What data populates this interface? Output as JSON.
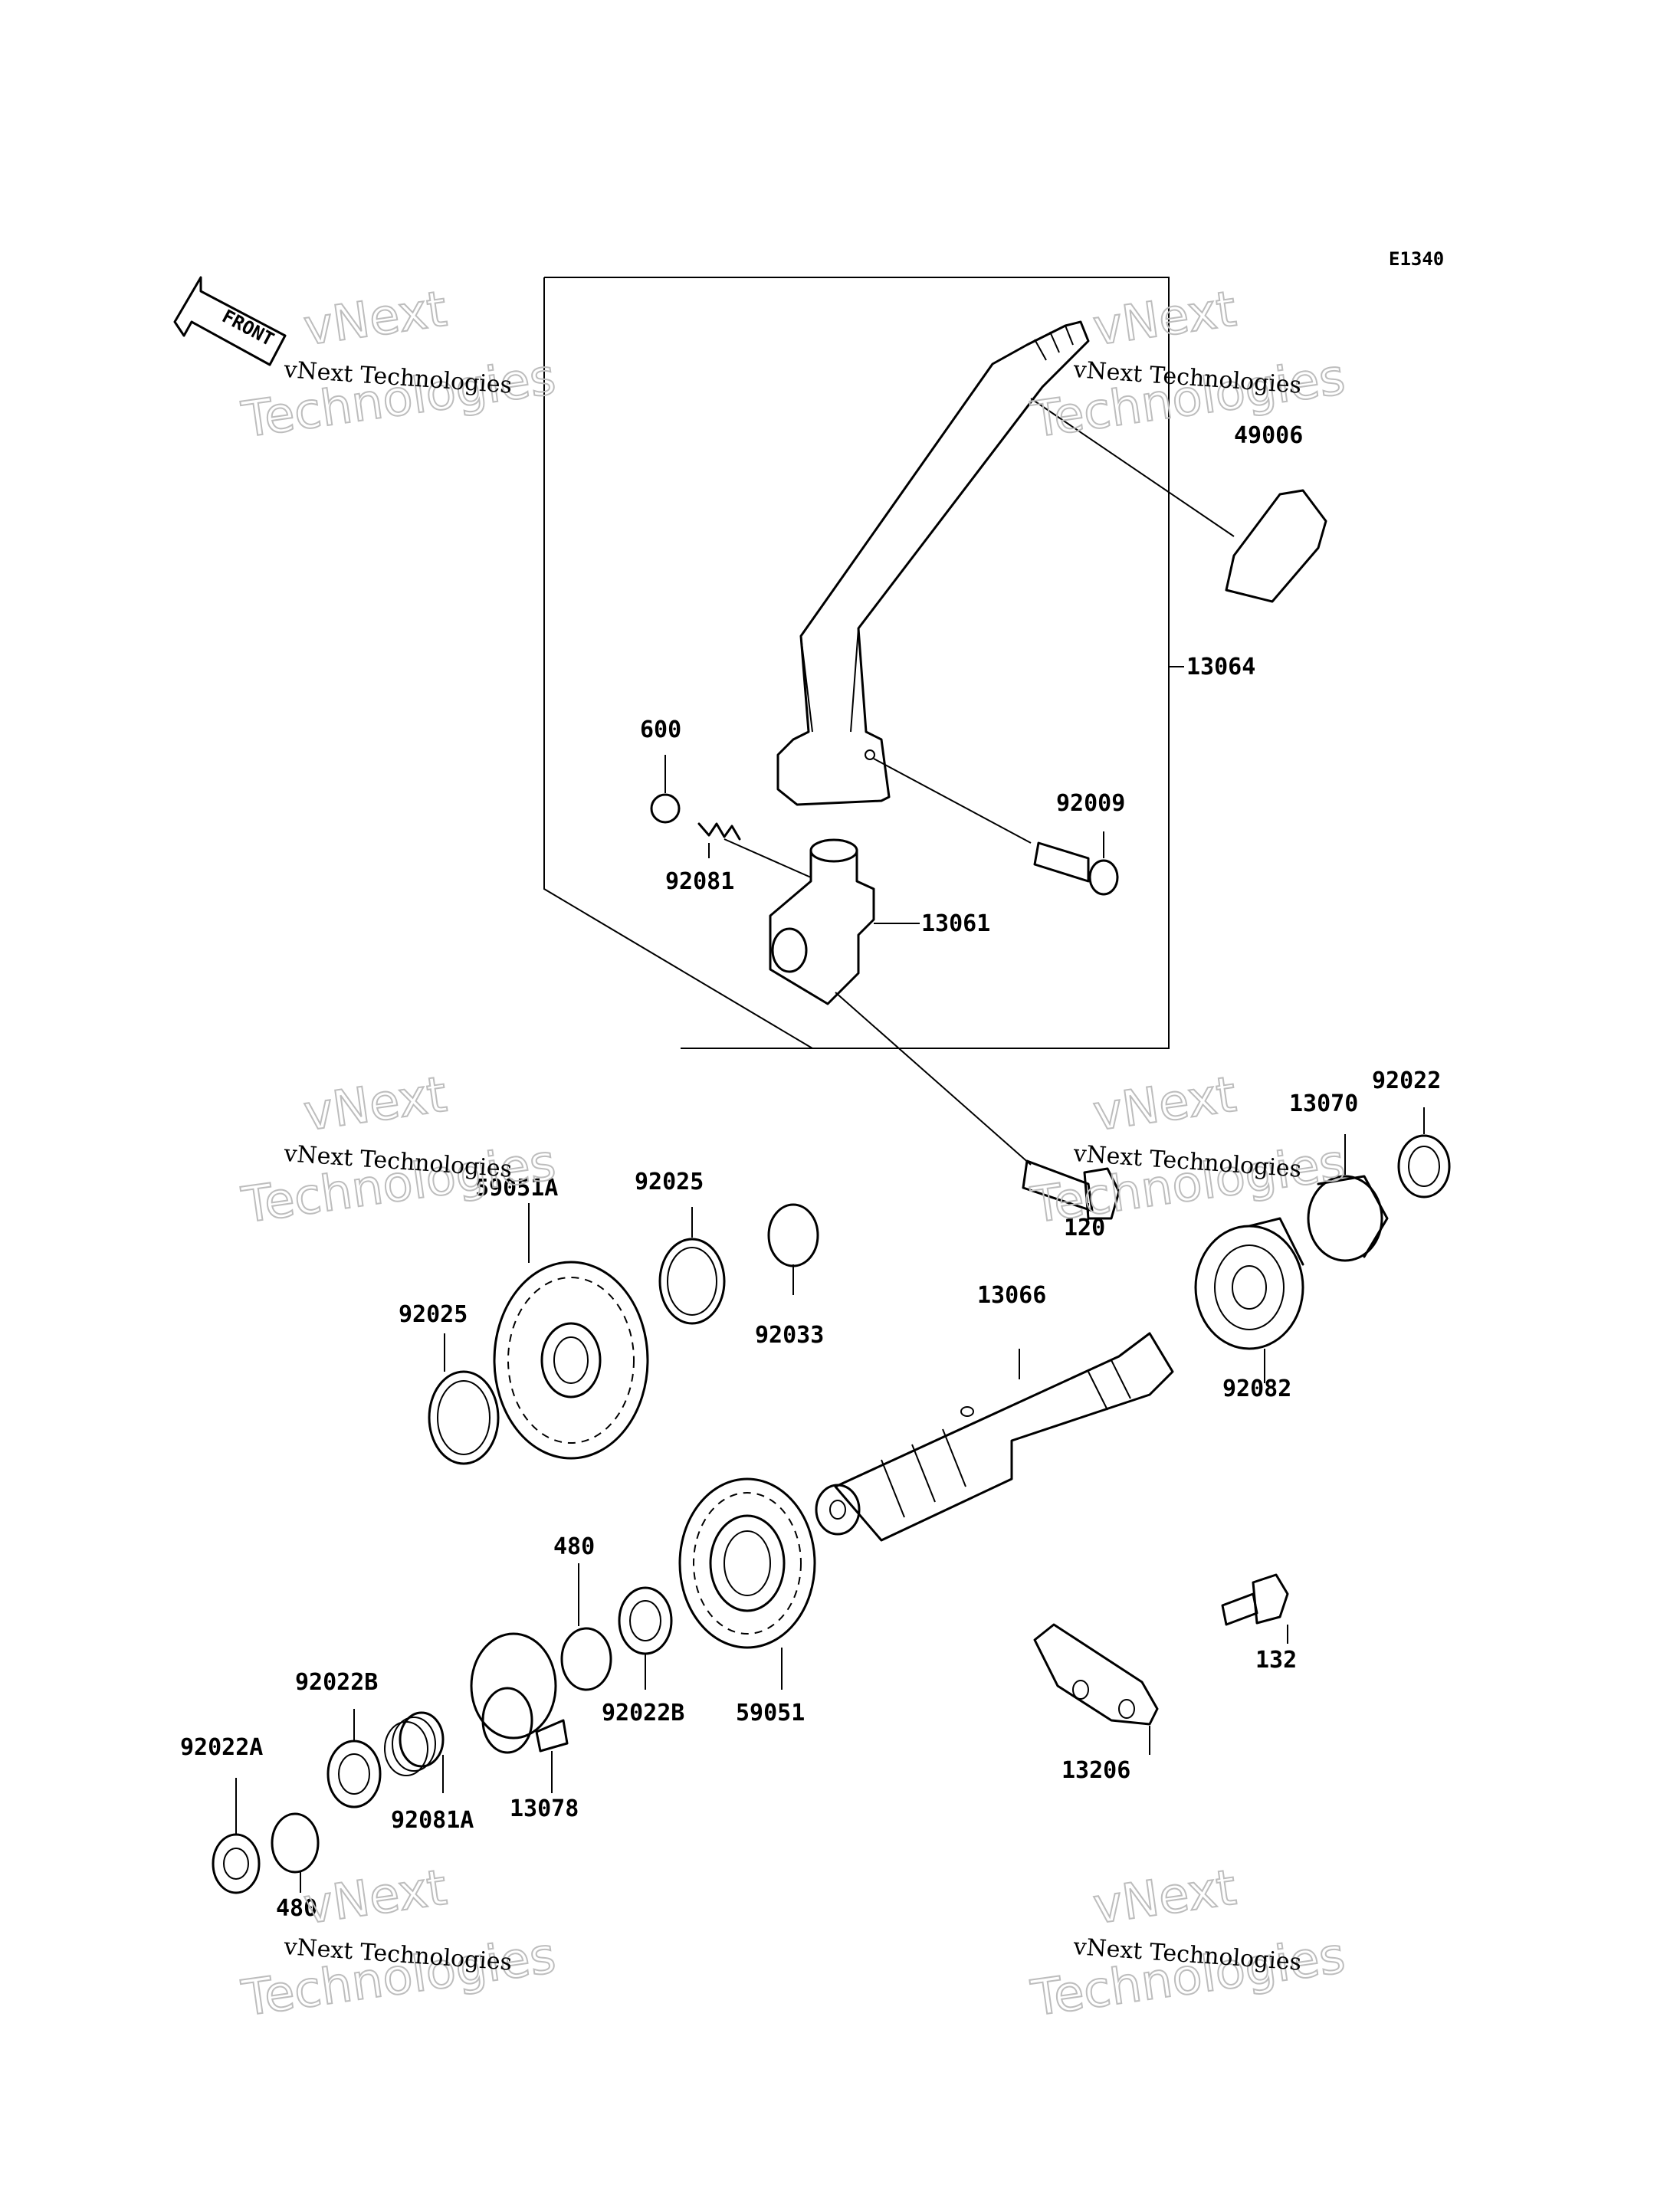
{
  "diagram_code": "E1340",
  "front_label": "FRONT",
  "watermark": {
    "line1": "vNext Technologies",
    "big_a": "vNext",
    "big_b": "Technologies"
  },
  "labels": {
    "p49006": "49006",
    "p13064": "13064",
    "p600": "600",
    "p92009": "92009",
    "p92081": "92081",
    "p13061": "13061",
    "p92022": "92022",
    "p13070": "13070",
    "p120": "120",
    "p59051A": "59051A",
    "p92025a": "92025",
    "p92025b": "92025",
    "p92033": "92033",
    "p13066": "13066",
    "p92082": "92082",
    "p480a": "480",
    "p132": "132",
    "p92022B1": "92022B",
    "p92022B2": "92022B",
    "p59051": "59051",
    "p92022A": "92022A",
    "p92081A": "92081A",
    "p13078": "13078",
    "p13206": "13206",
    "p480b": "480"
  }
}
